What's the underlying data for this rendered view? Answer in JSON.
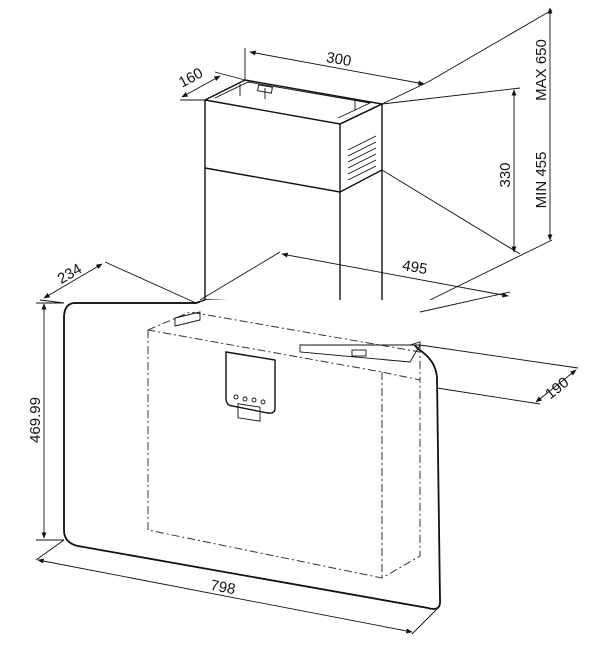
{
  "dimensions": {
    "chimney_width": "300",
    "chimney_depth": "160",
    "chimney_height": "330",
    "max_height": "MAX 650",
    "min_height": "MIN 455",
    "top_depth": "234",
    "mounting_width": "495",
    "glass_height": "469.99",
    "bottom_depth": "190",
    "overall_width": "798"
  },
  "colors": {
    "line": "#111111",
    "background": "#ffffff"
  }
}
